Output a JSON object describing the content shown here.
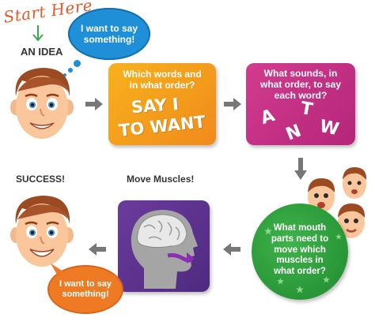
{
  "start_label": "Start Here",
  "idea_label": "AN IDEA",
  "thought_bubble": {
    "line1": "I want to say",
    "line2": "something!"
  },
  "step_words": {
    "title": {
      "line1": "Which words and",
      "line2": "in what order?"
    },
    "words_line1": "SAY  I",
    "words_line2": "TO WANT"
  },
  "step_sounds": {
    "title": {
      "line1": "What sounds, in",
      "line2": "what order, to say",
      "line3": "each word?"
    },
    "letters": [
      "A",
      "T",
      "N",
      "W"
    ]
  },
  "step_mouth": {
    "title": {
      "line1": "What mouth",
      "line2": "parts need to",
      "line3": "move which",
      "line4": "muscles in",
      "line5": "what order?"
    }
  },
  "step_muscles": {
    "label": "Move Muscles!"
  },
  "success": {
    "label": "SUCCESS!",
    "bubble": {
      "line1": "I want to say",
      "line2": "something!"
    }
  },
  "colors": {
    "orange_box": "#f39c1c",
    "magenta_box": "#c4307f",
    "purple_box": "#5d3290",
    "green_circle": "#2ea03c",
    "blue_bubble": "#1f8fd8",
    "orange_bubble": "#ef7a24",
    "arrow": "#777777"
  },
  "icons": [
    "boy-face-icon",
    "brain-head-silhouette-icon",
    "small-boy-faces-icon",
    "star-icon"
  ]
}
